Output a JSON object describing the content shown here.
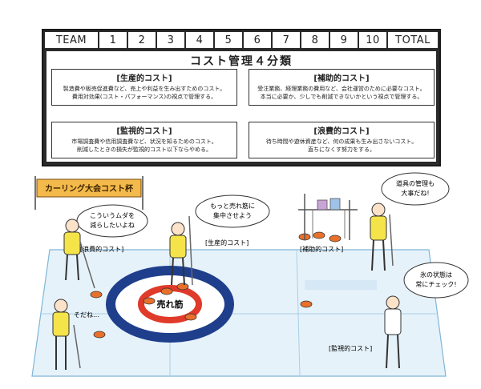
{
  "scoreboard": {
    "team_label": "TEAM",
    "ends": [
      "1",
      "2",
      "3",
      "4",
      "5",
      "6",
      "7",
      "8",
      "9",
      "10"
    ],
    "total_label": "TOTAL"
  },
  "panel": {
    "title": "コスト管理４分類",
    "categories": [
      {
        "title": "[生産的コスト]",
        "lines": [
          "製造費や販売促進費など、売上や利益を生み出すためのコスト。",
          "費用対効果(コスト・パフォーマンス)の視点で管理する。"
        ]
      },
      {
        "title": "[補助的コスト]",
        "lines": [
          "受注業務、経理業務の費用など、会社運営のために必要なコスト。",
          "本当に必要か、少しでも削減できないかという視点で管理する。"
        ]
      },
      {
        "title": "[監視的コスト]",
        "lines": [
          "市場調査費や信用調査費など、状況を知るためのコスト。",
          "削減したときの損失が監視的コスト以下ならやめる。"
        ]
      },
      {
        "title": "[浪費的コスト]",
        "lines": [
          "待ち時間や遊休資産など、何の成果も生み出さないコスト。",
          "直ちになくす努力をする。"
        ]
      }
    ]
  },
  "scene": {
    "banner": "カーリング大会コスト杯",
    "target_label": "売れ筋",
    "bubbles": [
      {
        "lines": [
          "こういうムダを",
          "減らしたいよね"
        ]
      },
      {
        "lines": [
          "もっと売れ筋に",
          "集中させよう"
        ]
      },
      {
        "lines": [
          "道具の管理も",
          "大事だね!"
        ]
      },
      {
        "lines": [
          "氷の状態は",
          "常にチェック!"
        ]
      }
    ],
    "sodane": "そだね…",
    "tags": [
      "[浪費的コスト]",
      "[生産的コスト]",
      "[補助的コスト]",
      "[監視的コスト]"
    ]
  },
  "colors": {
    "board": "#2a2a2a",
    "ice": "#e6f2fa",
    "house_ring": "#1f3f8c",
    "button_red": "#e03a2a",
    "stone_orange": "#e9702a",
    "banner": "#f3b94a",
    "shirt": "#f5e34a"
  }
}
